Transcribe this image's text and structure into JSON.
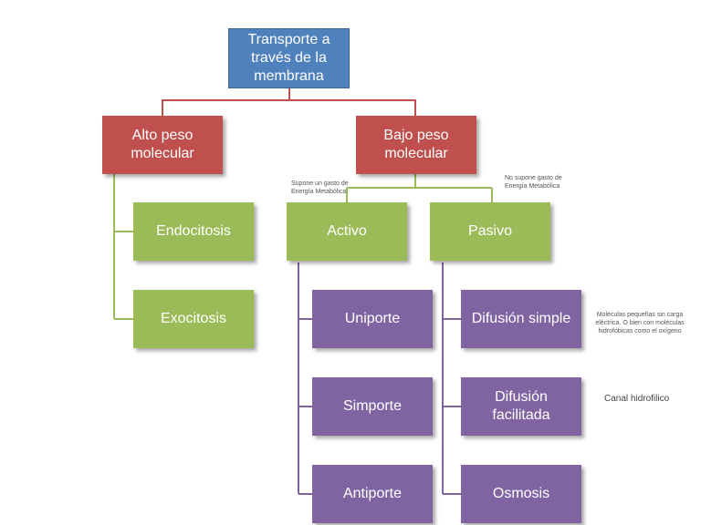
{
  "colors": {
    "root": "#4f81bd",
    "level1": "#c0504d",
    "level2": "#9bbb59",
    "leaf": "#8064a2",
    "connector_red": "#c0504d",
    "connector_green": "#9bbb59",
    "connector_purple": "#8064a2"
  },
  "root": {
    "label": "Transporte a través de la membrana"
  },
  "alto": {
    "label": "Alto peso molecular",
    "children": [
      "Endocitosis",
      "Exocitosis"
    ]
  },
  "bajo": {
    "label": "Bajo peso molecular"
  },
  "activo": {
    "label": "Activo",
    "note": "Supone un gasto de Energía Metabólica",
    "children": [
      "Uniporte",
      "Simporte",
      "Antiporte"
    ]
  },
  "pasivo": {
    "label": "Pasivo",
    "note": "No supone gasto de Energía Metabólica",
    "children": [
      "Difusión simple",
      "Difusión facilitada",
      "Osmosis"
    ]
  },
  "annotations": {
    "difusion_simple": "Moléculas pequeñas sin carga eléctrica. O bien con moléculas hidrofóbicas como el oxígeno",
    "difusion_facilitada": "Canal hidrofilico"
  }
}
